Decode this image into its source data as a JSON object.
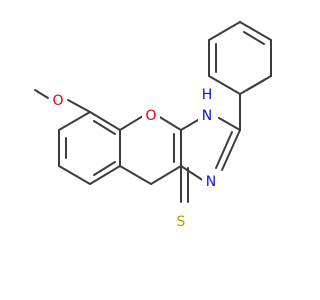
{
  "molecule": {
    "atoms": {
      "methoxy_oxygen": "O",
      "ring_oxygen": "O",
      "nh_nitrogen": "N",
      "nh_hydrogen": "H",
      "imine_nitrogen": "N",
      "thione_sulfur": "S"
    }
  },
  "colors": {
    "bond": "#3c3c3c",
    "oxygen": "#e00000",
    "nitrogen": "#1010e0",
    "sulfur": "#b8a000",
    "carbon": "#3c3c3c"
  }
}
